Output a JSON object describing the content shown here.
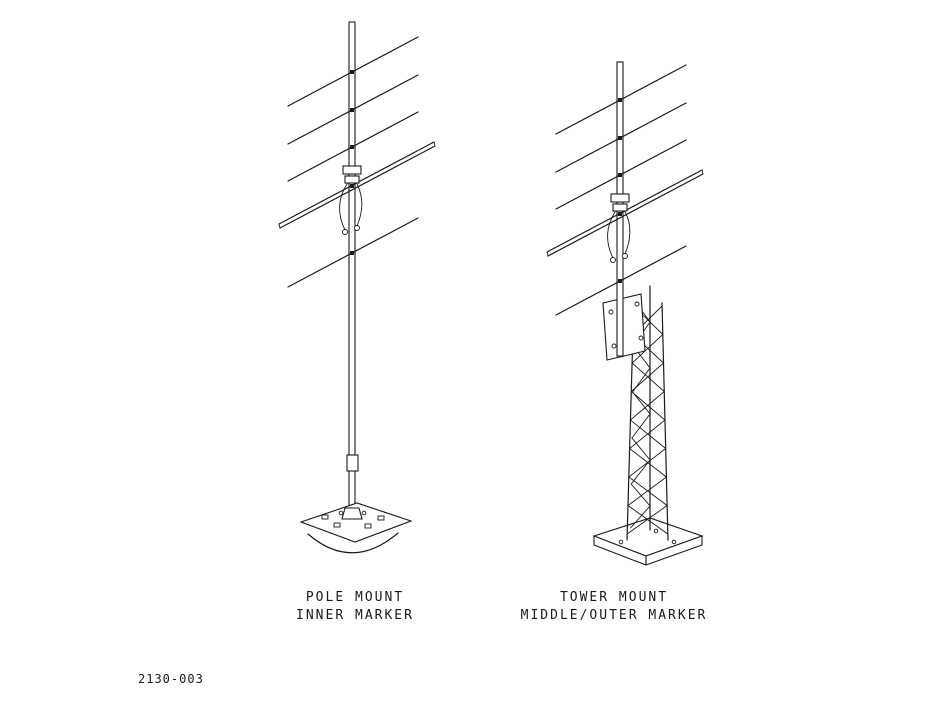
{
  "figure": {
    "left_caption_line1": "POLE MOUNT",
    "left_caption_line2": "INNER MARKER",
    "right_caption_line1": "TOWER MOUNT",
    "right_caption_line2": "MIDDLE/OUTER MARKER",
    "figure_number": "2130-003"
  },
  "colors": {
    "line": "#1a1a1a",
    "background": "#ffffff"
  }
}
